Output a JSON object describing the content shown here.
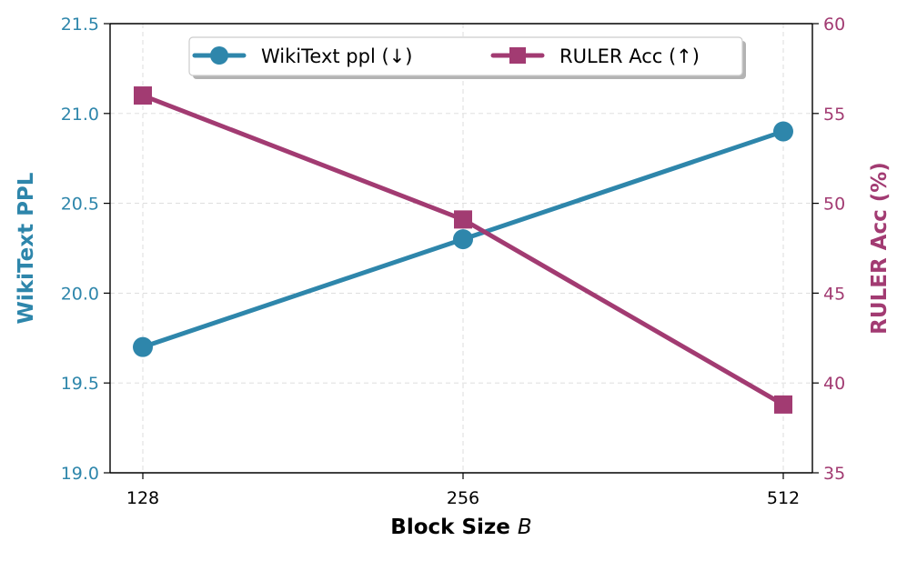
{
  "chart_data": {
    "type": "line",
    "categories": [
      "128",
      "256",
      "512"
    ],
    "xlabel": "Block Size",
    "xlabel_var": "B",
    "ylabel": "WikiText PPL",
    "y2label": "RULER Acc (%)",
    "ylim": [
      19.0,
      21.5
    ],
    "y2lim": [
      35,
      60
    ],
    "yticks": [
      "19.0",
      "19.5",
      "20.0",
      "20.5",
      "21.0",
      "21.5"
    ],
    "y2ticks": [
      "35",
      "40",
      "45",
      "50",
      "55",
      "60"
    ],
    "grid": true,
    "legend_position": "top-center",
    "series": [
      {
        "name": "WikiText ppl (↓)",
        "axis": "left",
        "marker": "circle",
        "color": "#2E86AB",
        "values": [
          19.7,
          20.3,
          20.9
        ]
      },
      {
        "name": "RULER Acc (↑)",
        "axis": "right",
        "marker": "square",
        "color": "#A23B72",
        "values": [
          56.0,
          49.1,
          38.8
        ]
      }
    ]
  }
}
